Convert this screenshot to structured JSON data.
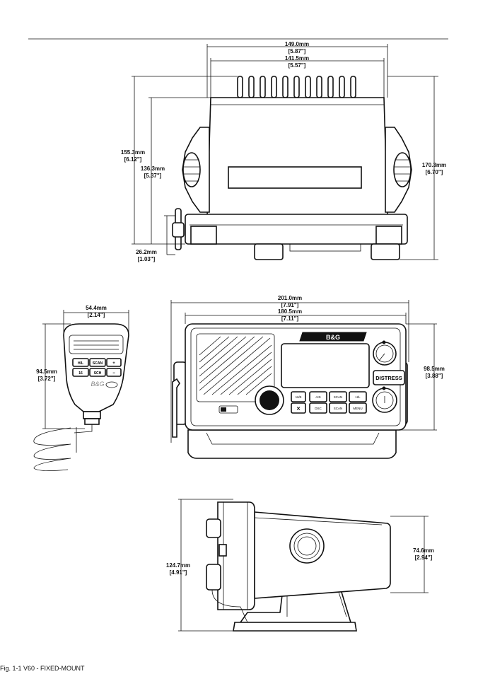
{
  "dimensions": {
    "top_width_outer": "149.0mm",
    "top_width_outer_in": "[5.87\"]",
    "top_width_inner": "141.5mm",
    "top_width_inner_in": "[5.57\"]",
    "top_height_left": "155.3mm",
    "top_height_left_in": "[6.12\"]",
    "top_height_inner": "136.3mm",
    "top_height_inner_in": "[5.37\"]",
    "top_height_right": "170.3mm",
    "top_height_right_in": "[6.70\"]",
    "top_base": "26.2mm",
    "top_base_in": "[1.03\"]",
    "mic_width": "54.4mm",
    "mic_width_in": "[2.14\"]",
    "mic_height": "94.5mm",
    "mic_height_in": "[3.72\"]",
    "front_width_outer": "201.0mm",
    "front_width_outer_in": "[7.91\"]",
    "front_width_inner": "180.5mm",
    "front_width_inner_in": "[7.11\"]",
    "front_height": "98.5mm",
    "front_height_in": "[3.88\"]",
    "side_height": "124.7mm",
    "side_height_in": "[4.91\"]",
    "side_depth": "74.6mm",
    "side_depth_in": "[2.94\"]"
  },
  "labels": {
    "brand": "B&G",
    "distress": "DISTRESS",
    "mic_brand": "B&G",
    "mic_key_1": "H/L",
    "mic_key_2": "SCAN",
    "mic_key_3": "+",
    "mic_key_4": "16",
    "mic_key_5": "SCH",
    "mic_key_6": "−",
    "front_key_1": "16/9",
    "front_key_2": "AIS",
    "front_key_3": "SCAN",
    "front_key_4": "H/L",
    "front_key_5": "✕",
    "front_key_6": "DSC",
    "front_key_7": "SCAN",
    "front_key_8": "MENU"
  },
  "footer": "Fig. 1-1 V60 - FIXED-MOUNT"
}
